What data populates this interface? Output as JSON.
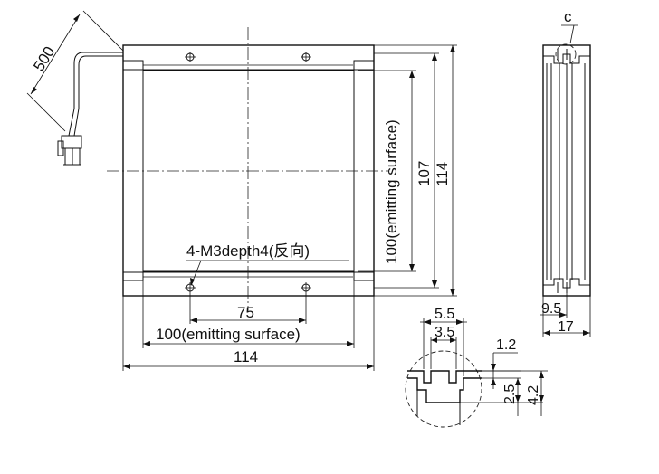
{
  "labels": {
    "cable_length": "500",
    "hole_callout": "4-M3depth4(反向)",
    "hole_pitch": "75",
    "emitting_width": "100(emitting surface)",
    "overall_width": "114",
    "emitting_height": "100(emitting surface)",
    "inner_height": "107",
    "overall_height": "114",
    "detail_marker": "c",
    "side_dim_small": "9.5",
    "side_width": "17",
    "detail_dim_5_5": "5.5",
    "detail_dim_3_5": "3.5",
    "detail_dim_1_2": "1.2",
    "detail_dim_2_5": "2.5",
    "detail_dim_4_2": "4.2"
  }
}
